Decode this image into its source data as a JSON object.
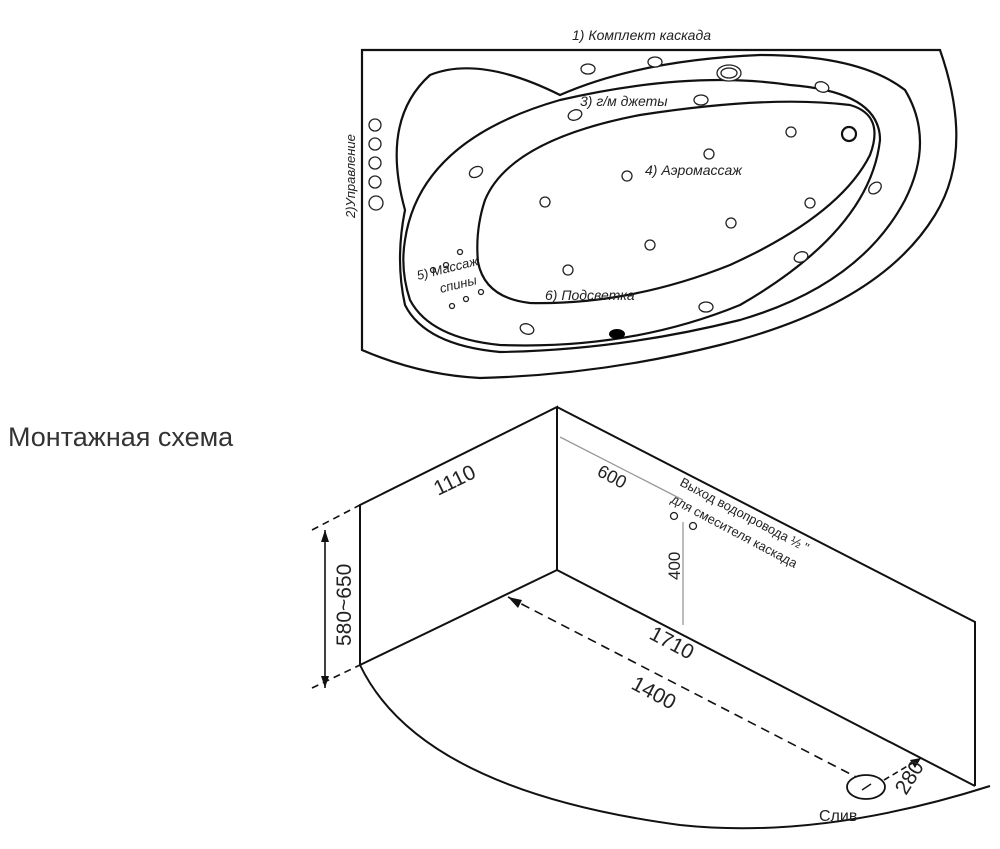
{
  "top_view": {
    "labels": {
      "cascade_kit": "1) Комплект каскада",
      "control": "2)Управление",
      "jets": "3) г/м джеты",
      "aero": "4) Аэромассаж",
      "back_massage_line1": "5) Массаж",
      "back_massage_line2": "спины",
      "lighting": "6) Подсветка"
    }
  },
  "mounting": {
    "title": "Монтажная схема",
    "dims": {
      "depth": "1110",
      "to_outlet": "600",
      "outlet_height": "400",
      "length": "1710",
      "inner": "1400",
      "height": "580~650",
      "drain_offset": "280"
    },
    "outlet_line1": "Выход водопровода ½ \"",
    "outlet_line2": "для смесителя каскада",
    "drain": "Слив"
  },
  "colors": {
    "line": "#111111",
    "text": "#222222",
    "dim_guide": "#999999"
  }
}
